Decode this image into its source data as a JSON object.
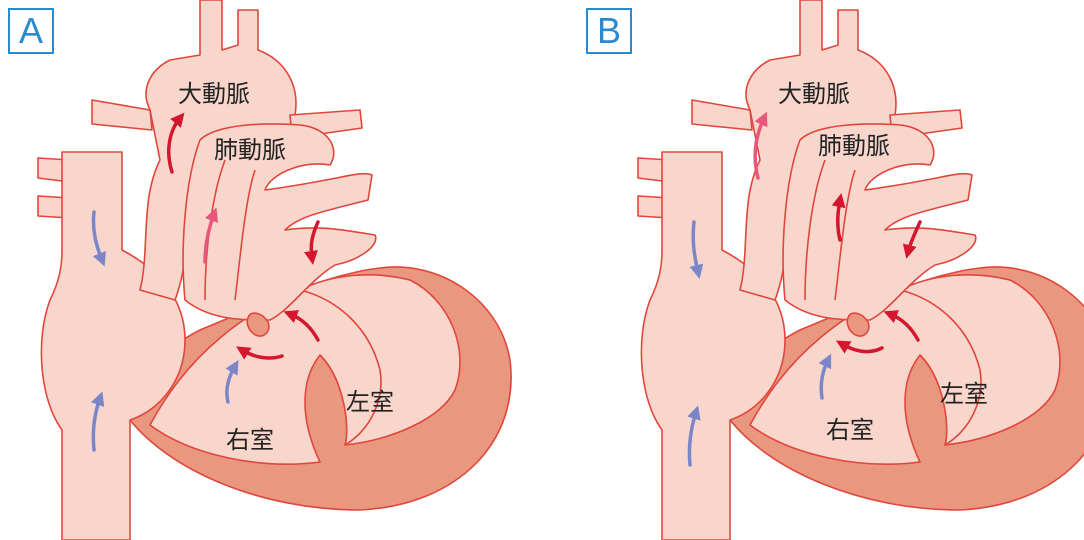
{
  "colors": {
    "tissue": "#f9d6cc",
    "outline": "#e0463c",
    "muscle": "#e9977f",
    "arrow_red": "#d4162e",
    "arrow_pink": "#e8567a",
    "arrow_blue": "#7a86c8",
    "badge": "#2a8ad0"
  },
  "panels": [
    {
      "badge": "A",
      "aorta": "大動脈",
      "pulmonary_artery": "肺動脈",
      "right_ventricle": "右室",
      "left_ventricle": "左室"
    },
    {
      "badge": "B",
      "aorta": "大動脈",
      "pulmonary_artery": "肺動脈",
      "right_ventricle": "右室",
      "left_ventricle": "左室"
    }
  ]
}
